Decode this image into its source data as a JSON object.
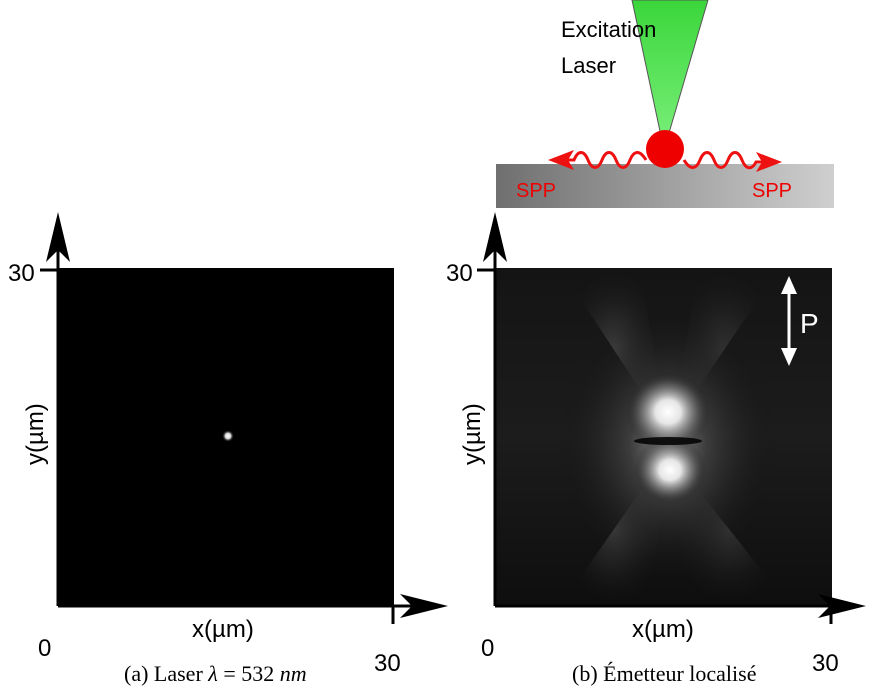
{
  "panel_a": {
    "axis": {
      "y_max": "30",
      "x_max": "30",
      "origin": "0",
      "xlabel": "x(µm)",
      "ylabel": "y(µm)"
    },
    "caption": {
      "prefix": "(a) Laser ",
      "symbol": "λ",
      "equals": " = 532 ",
      "unit": "nm"
    }
  },
  "panel_b": {
    "axis": {
      "y_max": "30",
      "x_max": "30",
      "origin": "0",
      "xlabel": "x(µm)",
      "ylabel": "y(µm)"
    },
    "polarization_label": "P",
    "caption": "(b) Émetteur localisé"
  },
  "schematic": {
    "laser_label_line1": "Excitation",
    "laser_label_line2": "Laser",
    "spp_left": "SPP",
    "spp_right": "SPP"
  },
  "colors": {
    "laser_green": "#33dd33",
    "emitter_red": "#ee0000",
    "spp_red": "#ee1111",
    "image_black": "#000000"
  }
}
